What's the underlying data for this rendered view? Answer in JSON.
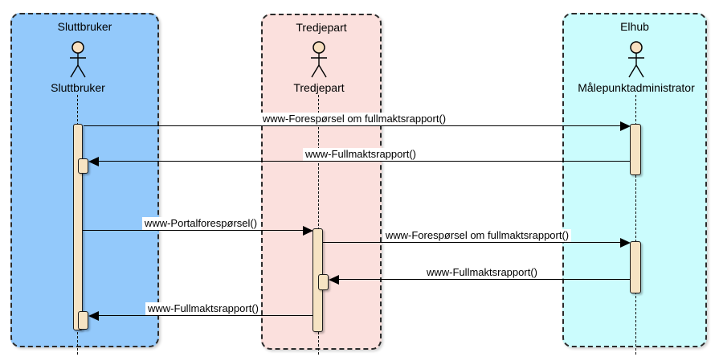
{
  "diagram": {
    "type": "uml-sequence-diagram",
    "lanes": [
      {
        "title": "Sluttbruker",
        "actor": "Sluttbruker",
        "fill": "#93C9FB"
      },
      {
        "title": "Tredjepart",
        "actor": "Tredjepart",
        "fill": "#FBE0DD"
      },
      {
        "title": "Elhub",
        "actor": "Målepunktadministrator",
        "fill": "#CBFCFD"
      }
    ],
    "messages": [
      {
        "label": "www-Forespørsel om fullmaktsrapport()",
        "from": "Sluttbruker",
        "to": "Målepunktadministrator",
        "direction": "right"
      },
      {
        "label": "www-Fullmaktsrapport()",
        "from": "Målepunktadministrator",
        "to": "Sluttbruker",
        "direction": "left"
      },
      {
        "label": "www-Portalforespørsel()",
        "from": "Sluttbruker",
        "to": "Tredjepart",
        "direction": "right"
      },
      {
        "label": "www-Forespørsel om fullmaktsrapport()",
        "from": "Tredjepart",
        "to": "Målepunktadministrator",
        "direction": "right"
      },
      {
        "label": "www-Fullmaktsrapport()",
        "from": "Målepunktadministrator",
        "to": "Tredjepart",
        "direction": "left"
      },
      {
        "label": "www-Fullmaktsrapport()",
        "from": "Tredjepart",
        "to": "Sluttbruker",
        "direction": "left"
      }
    ],
    "colors": {
      "lane_sluttbruker": "#93C9FB",
      "lane_tredjepart": "#FBE0DD",
      "lane_elhub": "#CBFCFD",
      "activation_fill": "#F6E3C3",
      "actor_head_fill": "#F8E0C0",
      "line": "#000000",
      "label_background": "#FFFFFF"
    }
  }
}
